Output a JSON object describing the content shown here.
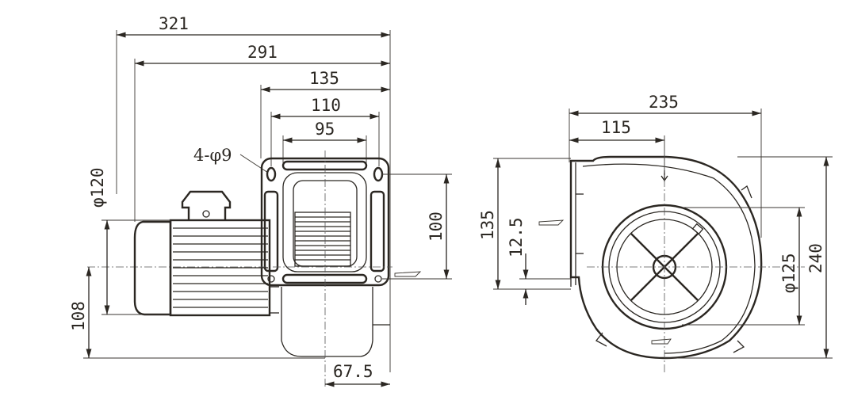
{
  "side_view": {
    "dims": {
      "overall_length": "321",
      "length_to_motor": "291",
      "flange_width": "135",
      "hole_spacing_outer": "110",
      "hole_spacing_inner": "95",
      "mounting_holes": "4-φ9",
      "motor_diameter": "φ120",
      "flange_hole_height": "100",
      "shaft_height": "108",
      "outlet_offset": "67.5"
    }
  },
  "front_view": {
    "dims": {
      "overall_width": "235",
      "center_offset": "115",
      "outlet_height": "135",
      "outlet_offset": "12.5",
      "inlet_diameter": "φ125",
      "overall_height": "240"
    }
  }
}
